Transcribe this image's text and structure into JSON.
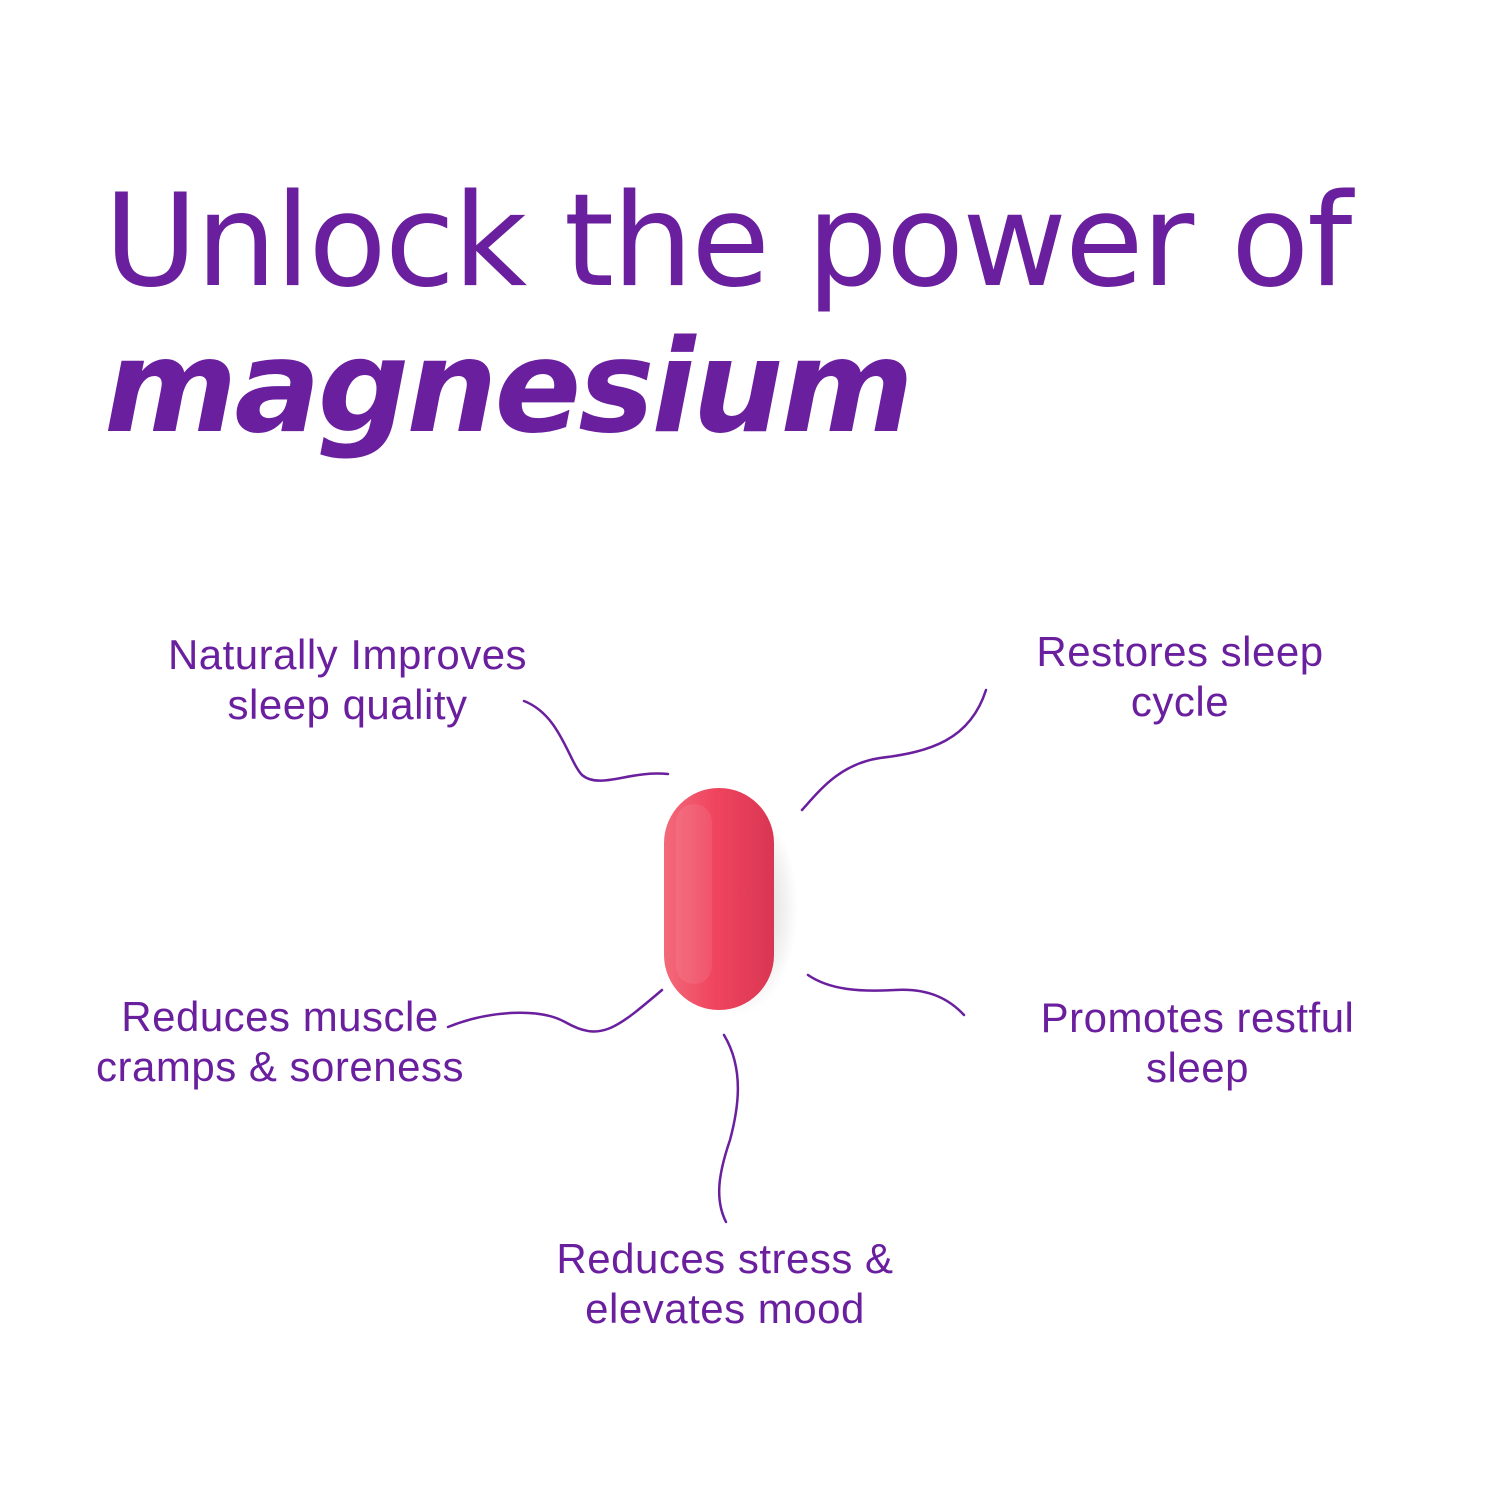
{
  "headline": {
    "line1": "Unlock the power of",
    "line2": "magnesium"
  },
  "benefits": [
    {
      "line1": "Naturally Improves",
      "line2": "sleep quality"
    },
    {
      "line1": "Restores sleep",
      "line2": "cycle"
    },
    {
      "line1": "Reduces muscle",
      "line2": "cramps & soreness"
    },
    {
      "line1": "Promotes restful",
      "line2": "sleep"
    },
    {
      "line1": "Reduces stress &",
      "line2": "elevates mood"
    }
  ],
  "colors": {
    "brand_purple": "#6a1f9e",
    "pill": "#f0455f",
    "background": "#ffffff"
  }
}
